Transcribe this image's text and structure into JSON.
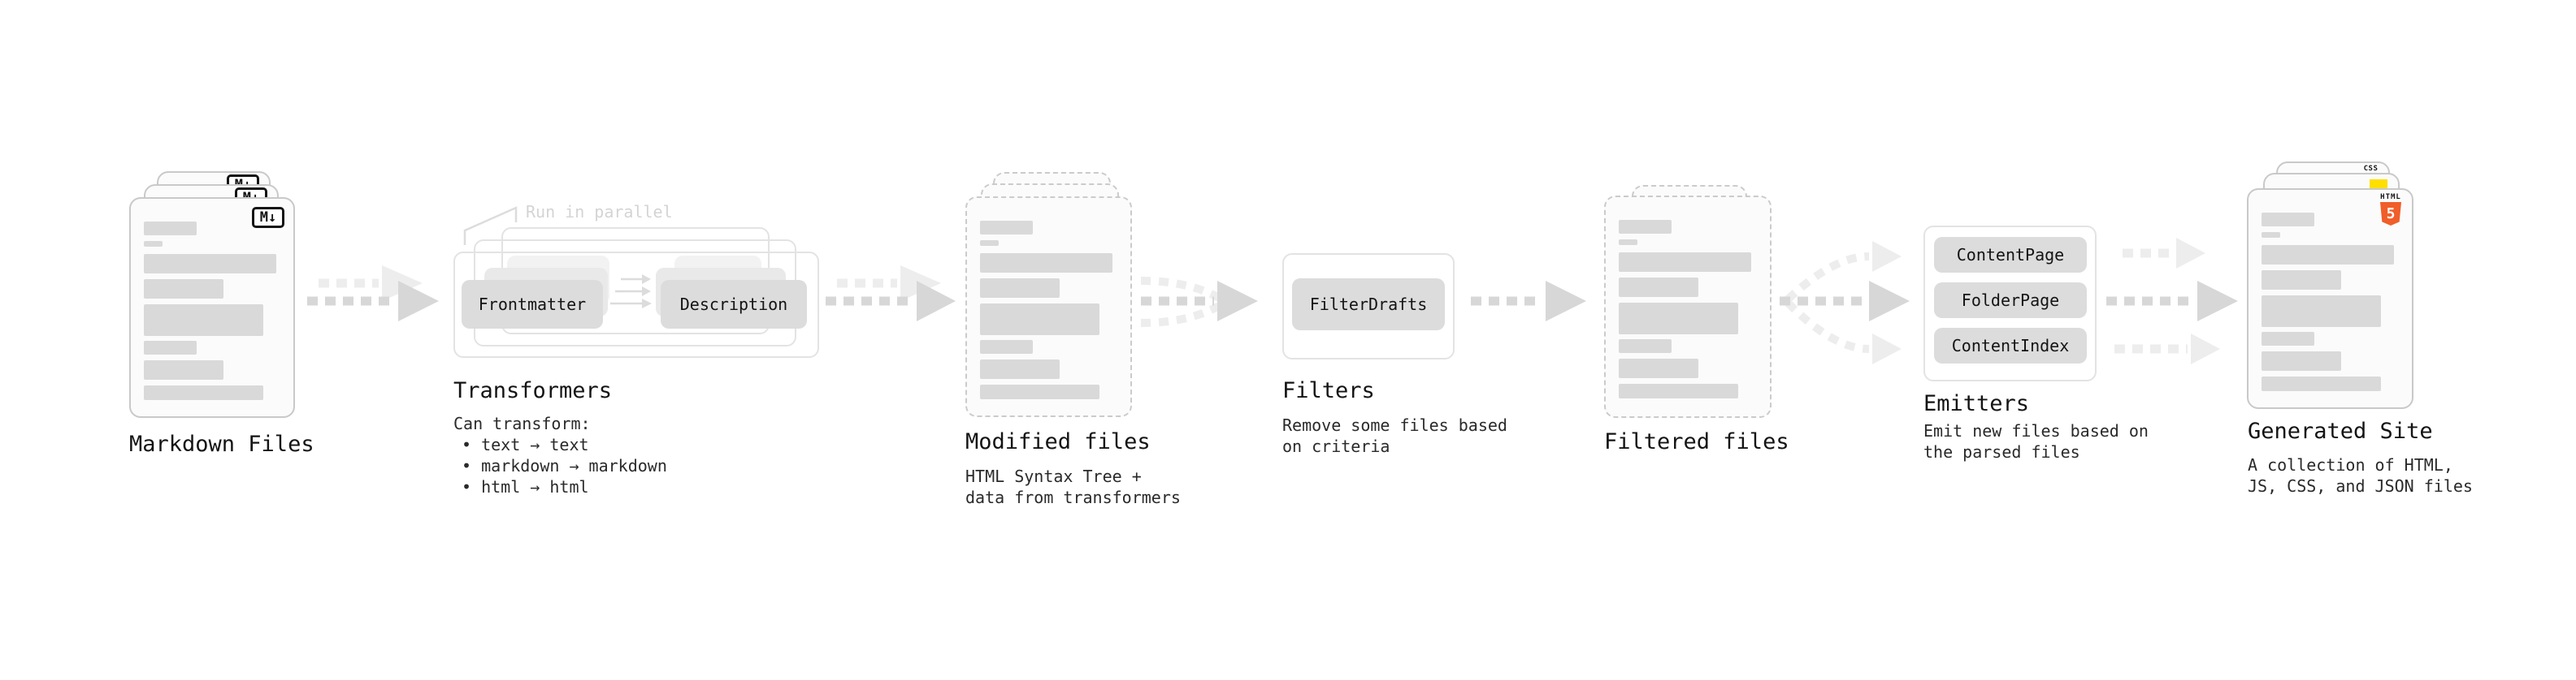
{
  "stages": {
    "markdown": {
      "label": "Markdown Files",
      "badge": "M↓"
    },
    "transformers": {
      "label": "Transformers",
      "note": "Run in parallel",
      "source_button": "Frontmatter",
      "target_button": "Description",
      "description": "Can transform:",
      "bullets": [
        "• text → text",
        "• markdown → markdown",
        "• html → html"
      ]
    },
    "modified": {
      "label": "Modified files",
      "sub1": "HTML Syntax Tree +",
      "sub2": "data from transformers"
    },
    "filters": {
      "label": "Filters",
      "button": "FilterDrafts",
      "sub1": "Remove some files based",
      "sub2": "on criteria"
    },
    "filtered": {
      "label": "Filtered files"
    },
    "emitters": {
      "label": "Emitters",
      "buttons": [
        "ContentPage",
        "FolderPage",
        "ContentIndex"
      ],
      "sub1": "Emit new files based on",
      "sub2": "the parsed files"
    },
    "generated": {
      "label": "Generated Site",
      "sub1": "A collection of HTML,",
      "sub2": "JS, CSS, and JSON files",
      "badges": {
        "css": "CSS",
        "html": "HTML",
        "html5_number": "5"
      }
    }
  },
  "colors": {
    "html5_orange": "#f05e29",
    "js_yellow": "#ffdf00",
    "css_blue": "#2668e8",
    "arrow_dark": "#d7d7d7",
    "arrow_light": "#ededed"
  }
}
